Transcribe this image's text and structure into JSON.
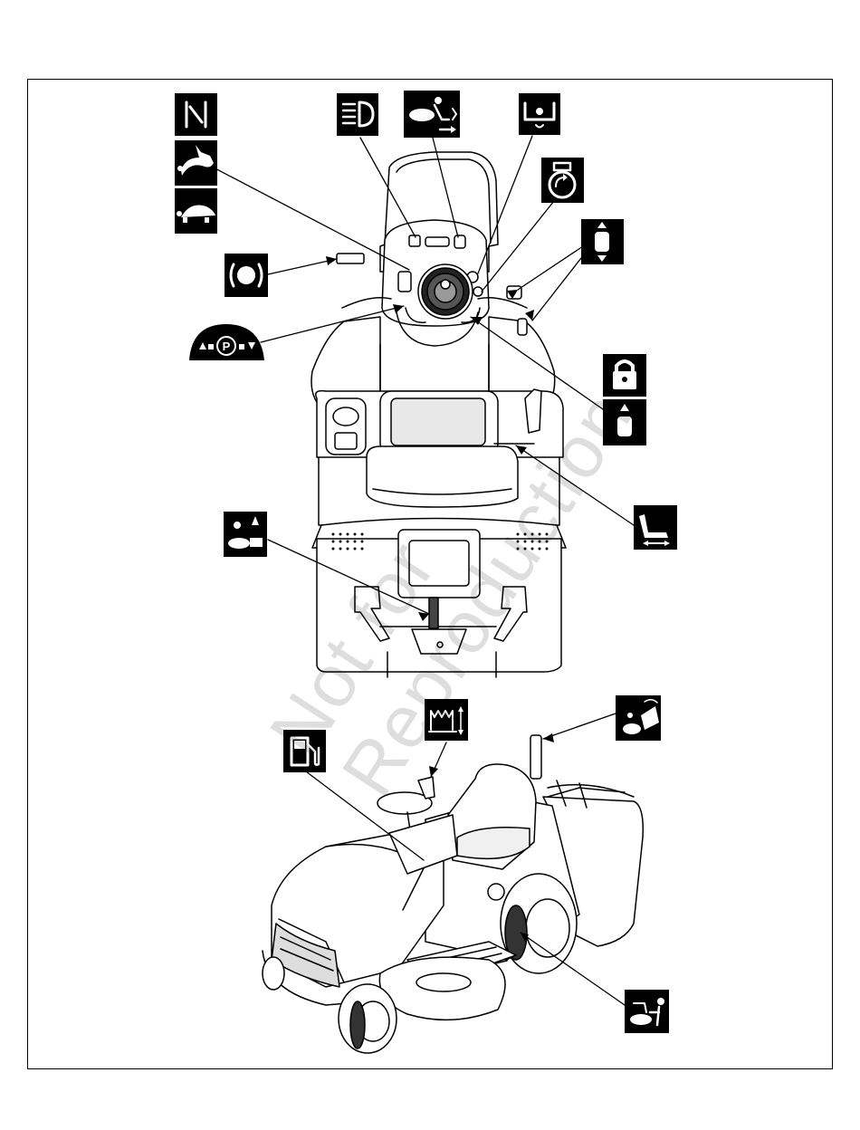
{
  "watermark": {
    "line1": "Not for",
    "line2": "Reproduction"
  },
  "labels": {
    "parking_brake": "P"
  },
  "icons": [
    "throttle-choke-icon",
    "rabbit-fast-icon",
    "turtle-slow-icon",
    "headlight-icon",
    "reverse-mow-option-icon",
    "pto-blade-engage-icon",
    "engine-start-icon",
    "forward-reverse-icon",
    "cruise-control-icon",
    "parking-brake-icon",
    "lock-icon",
    "forward-drive-icon",
    "seat-adjust-icon",
    "mower-alarm-icon",
    "cutting-height-icon",
    "grass-bag-tip-icon",
    "fuel-icon",
    "tow-mower-icon"
  ]
}
